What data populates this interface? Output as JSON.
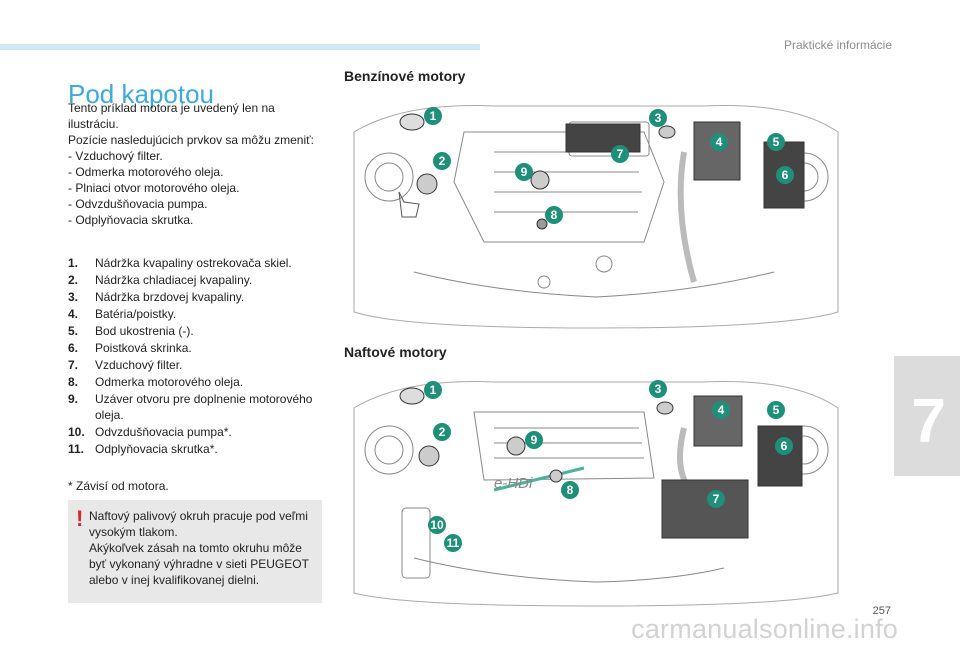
{
  "header": {
    "section": "Praktické informácie"
  },
  "chapter": {
    "number": "7"
  },
  "page": {
    "number": "257"
  },
  "watermark": "carmanualsonline.info",
  "left": {
    "title": "Pod kapotou",
    "intro_lines": [
      "Tento príklad motora je uvedený len na ilustráciu.",
      "Pozície nasledujúcich prvkov sa môžu zmeniť:"
    ],
    "dash_items": [
      "- Vzduchový filter.",
      "- Odmerka motorového oleja.",
      "- Plniaci otvor motorového oleja.",
      "- Odvzdušňovacia pumpa.",
      "- Odplyňovacia skrutka."
    ],
    "items": [
      {
        "num": "1.",
        "text": "Nádržka kvapaliny ostrekovača skiel."
      },
      {
        "num": "2.",
        "text": "Nádržka chladiacej kvapaliny."
      },
      {
        "num": "3.",
        "text": "Nádržka brzdovej kvapaliny."
      },
      {
        "num": "4.",
        "text": "Batéria/poistky."
      },
      {
        "num": "5.",
        "text": "Bod ukostrenia (-)."
      },
      {
        "num": "6.",
        "text": "Poistková skrinka."
      },
      {
        "num": "7.",
        "text": "Vzduchový filter."
      },
      {
        "num": "8.",
        "text": "Odmerka motorového oleja."
      },
      {
        "num": "9.",
        "text": "Uzáver otvoru pre doplnenie motorového oleja."
      },
      {
        "num": "10.",
        "text": "Odvzdušňovacia pumpa*."
      },
      {
        "num": "11.",
        "text": "Odplyňovacia skrutka*."
      }
    ],
    "footnote": "*   Závisí od motora.",
    "warning": {
      "mark": "!",
      "lines": [
        "Naftový palivový okruh pracuje pod veľmi vysokým tlakom.",
        "Akýkoľvek zásah na tomto okruhu môže byť vykonaný výhradne v sieti PEUGEOT alebo v inej kvalifikovanej dielni."
      ]
    }
  },
  "right": {
    "petrol": {
      "title": "Benzínové motory",
      "callouts": [
        "1",
        "2",
        "3",
        "4",
        "5",
        "6",
        "7",
        "8",
        "9"
      ]
    },
    "diesel": {
      "title": "Naftové motory",
      "engine_label": "e-HDi",
      "callouts": [
        "1",
        "2",
        "3",
        "4",
        "5",
        "6",
        "7",
        "8",
        "9",
        "10",
        "11"
      ]
    }
  },
  "colors": {
    "accent": "#41a9d8",
    "callout": "#1f8f7a",
    "warning": "#d9252d",
    "box": "#e8e8e8"
  }
}
